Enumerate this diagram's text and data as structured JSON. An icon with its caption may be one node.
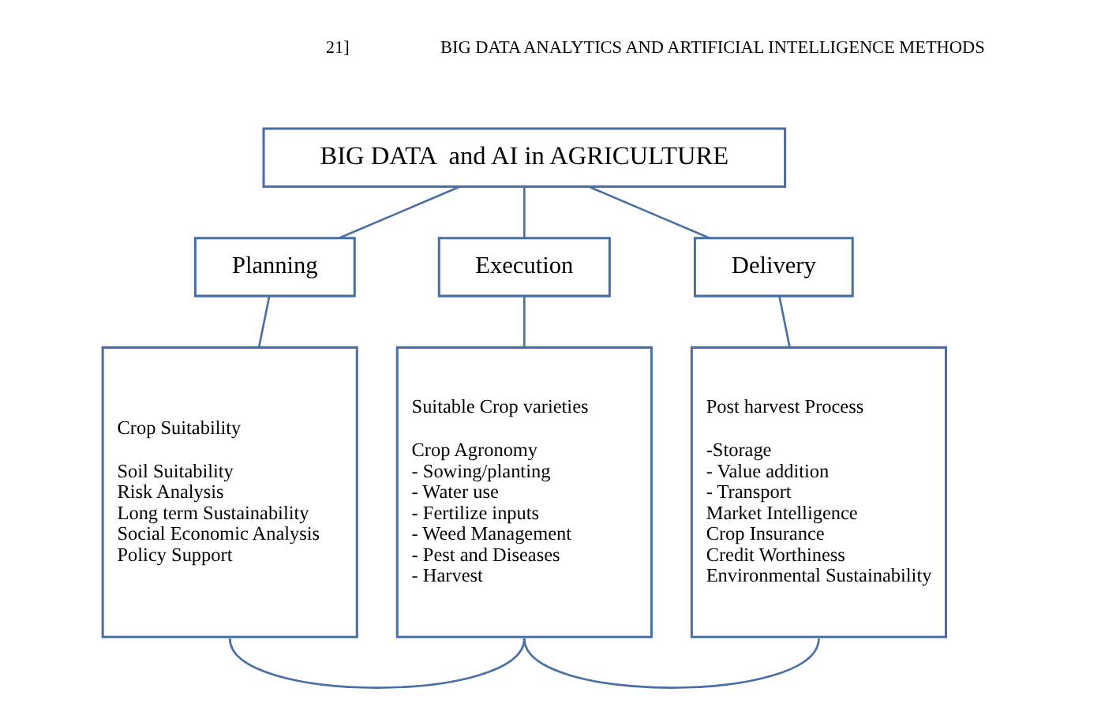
{
  "diagram": {
    "nodes": [
      {
        "text": [
          "BIG DATA  and AI in AGRICULTURE"
        ]
      },
      {
        "text": [
          "Planning"
        ]
      },
      {
        "text": [
          "Execution"
        ]
      },
      {
        "text": [
          "Delivery"
        ]
      },
      {
        "text": [
          "Crop Suitability",
          "Soil Suitability",
          "Risk Analysis",
          "Long term Sustainability",
          "Social Economic Analysis",
          "Policy Support"
        ]
      },
      {
        "text": [
          "Suitable Crop varieties",
          "Crop Agronomy",
          "- Sowing/planting",
          "- Water use",
          "- Fertilize inputs",
          "- Weed Management",
          "- Pest and Diseases",
          "- Harvest"
        ]
      },
      {
        "text": [
          "Post harvest Process",
          "-Storage",
          "- Value addition",
          "- Transport",
          "Market Intelligence",
          "Crop Insurance",
          "Credit Worthiness",
          "Environmental Sustainability"
        ]
      }
    ],
    "edges": [
      {
        "from": 0,
        "to": 1,
        "arrow": "none"
      },
      {
        "from": 0,
        "to": 2,
        "arrow": "none"
      },
      {
        "from": 0,
        "to": 3,
        "arrow": "none"
      },
      {
        "from": 1,
        "to": 4,
        "arrow": "none"
      },
      {
        "from": 2,
        "to": 5,
        "arrow": "none"
      },
      {
        "from": 3,
        "to": 6,
        "arrow": "none"
      },
      {
        "from": 4,
        "to": 5,
        "arrow": "none"
      },
      {
        "from": 6,
        "to": 5,
        "arrow": "none"
      }
    ],
    "labels": [
      "21]",
      "BIG DATA ANALYTICS AND ARTIFICIAL INTELLIGENCE METHODS"
    ]
  }
}
